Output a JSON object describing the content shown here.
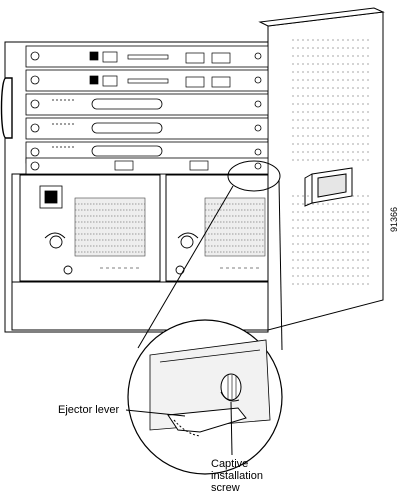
{
  "figure": {
    "labels": {
      "ejector_lever": "Ejector lever",
      "captive_screw_line1": "Captive",
      "captive_screw_line2": "installation",
      "captive_screw_line3": "screw",
      "figure_id": "91366"
    }
  }
}
